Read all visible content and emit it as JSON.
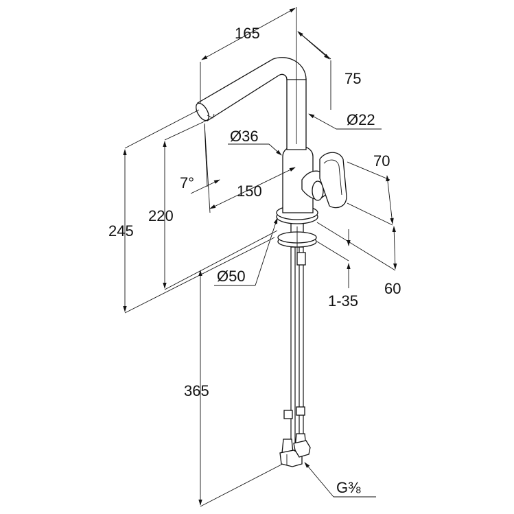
{
  "dimensions": {
    "d165": "165",
    "d75": "75",
    "d22": "Ø22",
    "d36": "Ø36",
    "d70": "70",
    "d7": "7°",
    "d150": "150",
    "d220": "220",
    "d245": "245",
    "d50": "Ø50",
    "d60": "60",
    "d135": "1-35",
    "d365": "365",
    "thread": "G⅜"
  }
}
